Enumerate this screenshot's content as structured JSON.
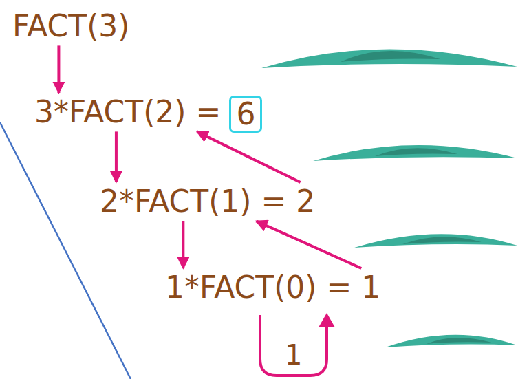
{
  "diagram": {
    "nodes": [
      {
        "text": [
          "FACT(3)"
        ]
      },
      {
        "text": [
          "3*FACT(2) ="
        ]
      },
      {
        "text": [
          "6"
        ]
      },
      {
        "text": [
          "2*FACT(1) = 2"
        ]
      },
      {
        "text": [
          "1*FACT(0) = 1"
        ]
      }
    ],
    "edges": [
      {
        "from": 0,
        "to": 1,
        "arrow": "to"
      },
      {
        "from": 1,
        "to": 3,
        "arrow": "to"
      },
      {
        "from": 3,
        "to": 4,
        "arrow": "to"
      },
      {
        "from": 4,
        "to": 3,
        "arrow": "to"
      },
      {
        "from": 3,
        "to": 1,
        "arrow": "to"
      }
    ],
    "labels": [
      "1"
    ]
  }
}
